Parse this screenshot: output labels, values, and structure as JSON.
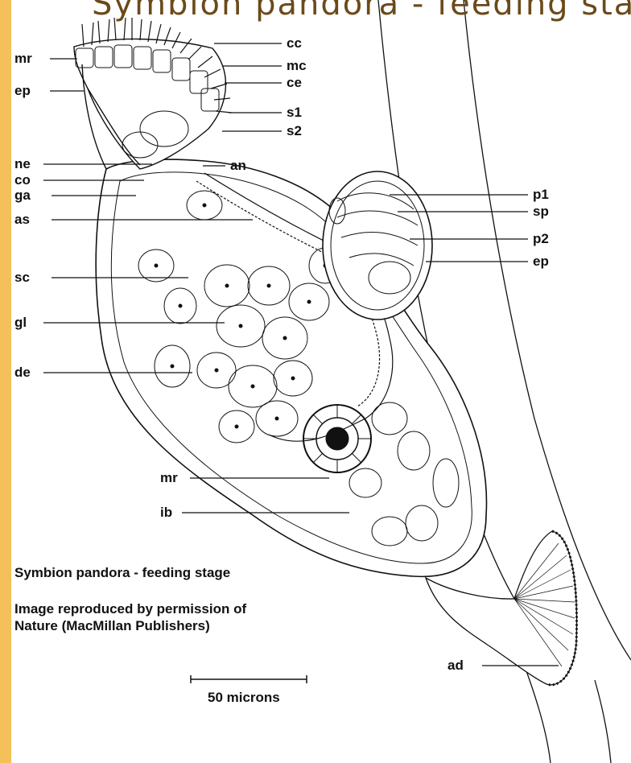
{
  "page_heading": "Symbion pandora - feeding stage",
  "labels": {
    "left": {
      "mr_top": "mr",
      "ep_top": "ep",
      "ne": "ne",
      "co": "co",
      "ga": "ga",
      "as": "as",
      "sc": "sc",
      "gl": "gl",
      "de": "de",
      "mr_bottom": "mr",
      "ib": "ib"
    },
    "right": {
      "cc": "cc",
      "mc": "mc",
      "ce": "ce",
      "s1": "s1",
      "s2": "s2",
      "an": "an",
      "p1": "p1",
      "sp": "sp",
      "p2": "p2",
      "ep_right": "ep",
      "ad": "ad"
    }
  },
  "caption": {
    "species": "Symbion pandora - feeding stage",
    "credit_line1": "Image reproduced by permission of",
    "credit_line2": "Nature (MacMillan Publishers)"
  },
  "scale_bar": {
    "label": "50 microns"
  },
  "colors": {
    "page_background": "#f4c05a",
    "panel": "#ffffff",
    "ink": "#111111",
    "heading": "#6b4a1a"
  }
}
